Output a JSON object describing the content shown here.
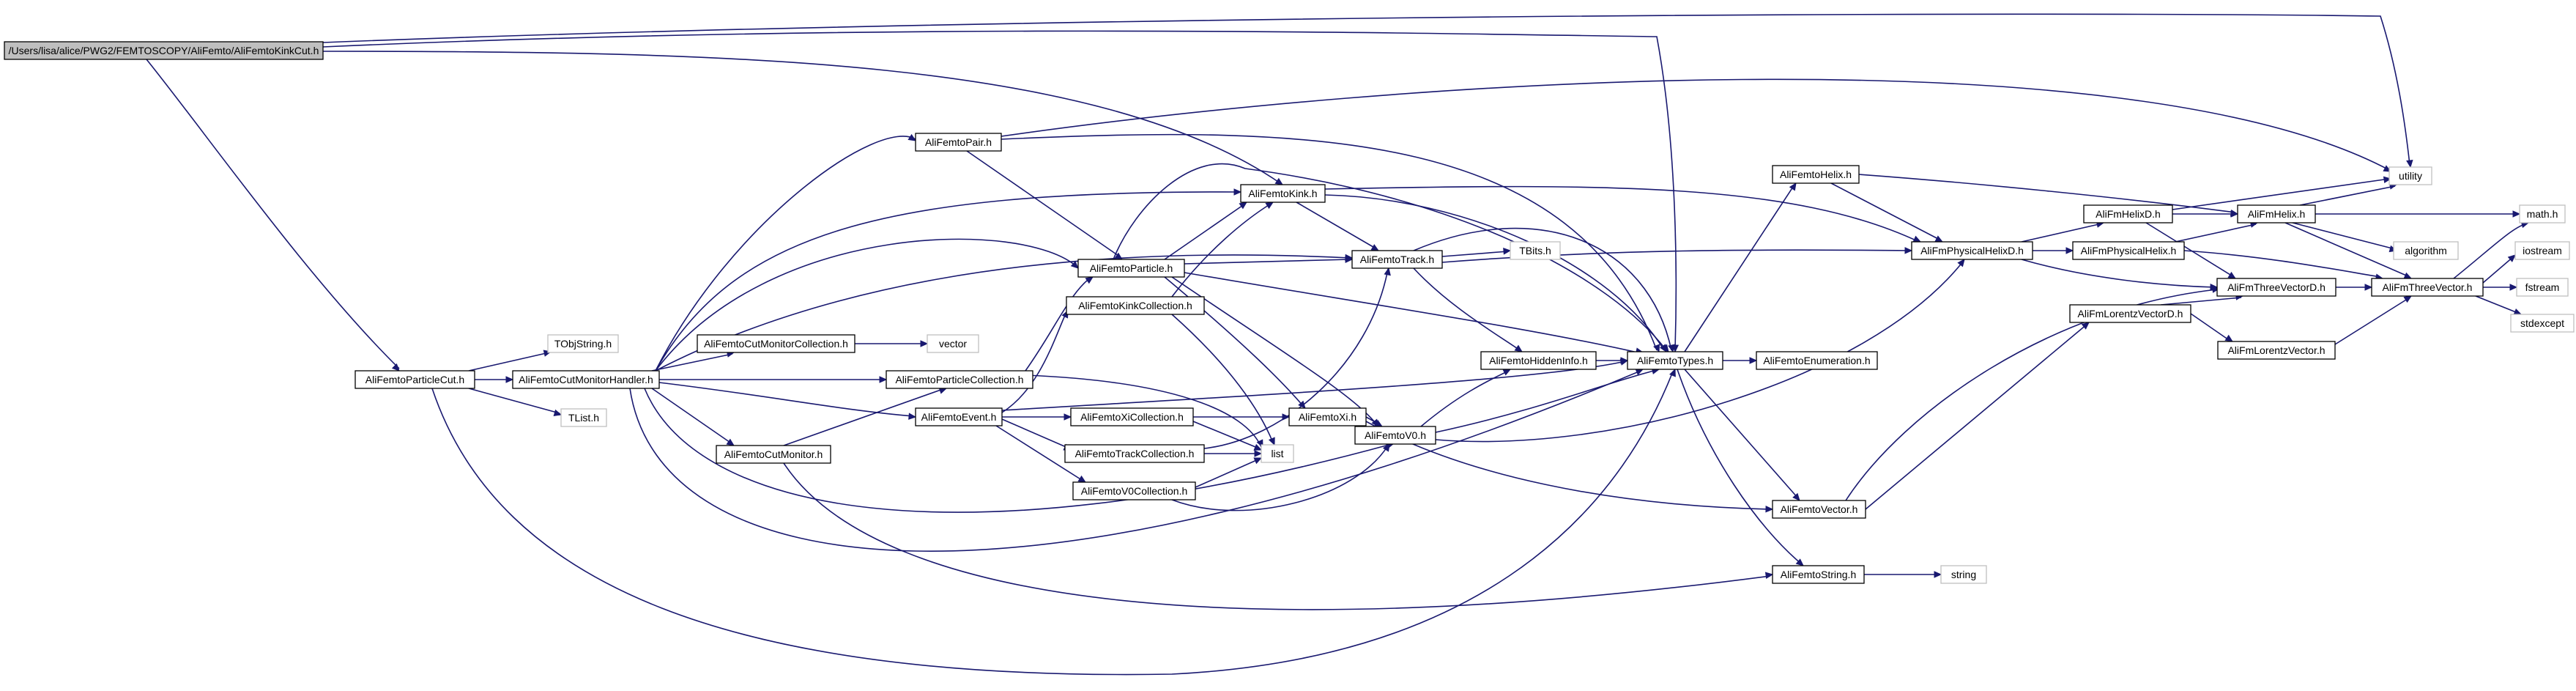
{
  "colors": {
    "edge": "#191970",
    "root_fill": "#bfbfbf",
    "node_border": "#000000",
    "system_border": "#bfbfbf"
  },
  "nodes": [
    {
      "id": "root",
      "label": "/Users/lisa/alice/PWG2/FEMTOSCOPY/AliFemto/AliFemtoKinkCut.h"
    },
    {
      "id": "partcut",
      "label": "AliFemtoParticleCut.h"
    },
    {
      "id": "tobjstring",
      "label": "TObjString.h"
    },
    {
      "id": "tlist",
      "label": "TList.h"
    },
    {
      "id": "cmh",
      "label": "AliFemtoCutMonitorHandler.h"
    },
    {
      "id": "cmc",
      "label": "AliFemtoCutMonitorCollection.h"
    },
    {
      "id": "cm",
      "label": "AliFemtoCutMonitor.h"
    },
    {
      "id": "vector",
      "label": "vector"
    },
    {
      "id": "pair",
      "label": "AliFemtoPair.h"
    },
    {
      "id": "particle",
      "label": "AliFemtoParticle.h"
    },
    {
      "id": "kinkcoll",
      "label": "AliFemtoKinkCollection.h"
    },
    {
      "id": "partcoll",
      "label": "AliFemtoParticleCollection.h"
    },
    {
      "id": "event",
      "label": "AliFemtoEvent.h"
    },
    {
      "id": "xicoll",
      "label": "AliFemtoXiCollection.h"
    },
    {
      "id": "trackcoll",
      "label": "AliFemtoTrackCollection.h"
    },
    {
      "id": "v0coll",
      "label": "AliFemtoV0Collection.h"
    },
    {
      "id": "list",
      "label": "list"
    },
    {
      "id": "kink",
      "label": "AliFemtoKink.h"
    },
    {
      "id": "track",
      "label": "AliFemtoTrack.h"
    },
    {
      "id": "tbits",
      "label": "TBits.h"
    },
    {
      "id": "xi",
      "label": "AliFemtoXi.h"
    },
    {
      "id": "v0",
      "label": "AliFemtoV0.h"
    },
    {
      "id": "hidden",
      "label": "AliFemtoHiddenInfo.h"
    },
    {
      "id": "types",
      "label": "AliFemtoTypes.h"
    },
    {
      "id": "enum",
      "label": "AliFemtoEnumeration.h"
    },
    {
      "id": "helix",
      "label": "AliFemtoHelix.h"
    },
    {
      "id": "fvector",
      "label": "AliFemtoVector.h"
    },
    {
      "id": "fstring",
      "label": "AliFemtoString.h"
    },
    {
      "id": "string",
      "label": "string"
    },
    {
      "id": "physhelixd",
      "label": "AliFmPhysicalHelixD.h"
    },
    {
      "id": "helixd",
      "label": "AliFmHelixD.h"
    },
    {
      "id": "physhelix",
      "label": "AliFmPhysicalHelix.h"
    },
    {
      "id": "lorentzd",
      "label": "AliFmLorentzVectorD.h"
    },
    {
      "id": "lorentz",
      "label": "AliFmLorentzVector.h"
    },
    {
      "id": "fmhelix",
      "label": "AliFmHelix.h"
    },
    {
      "id": "utility",
      "label": "utility"
    },
    {
      "id": "threed",
      "label": "AliFmThreeVectorD.h"
    },
    {
      "id": "three",
      "label": "AliFmThreeVector.h"
    },
    {
      "id": "algorithm",
      "label": "algorithm"
    },
    {
      "id": "math",
      "label": "math.h"
    },
    {
      "id": "iostream",
      "label": "iostream"
    },
    {
      "id": "fstream",
      "label": "fstream"
    },
    {
      "id": "stdexcept",
      "label": "stdexcept"
    }
  ]
}
